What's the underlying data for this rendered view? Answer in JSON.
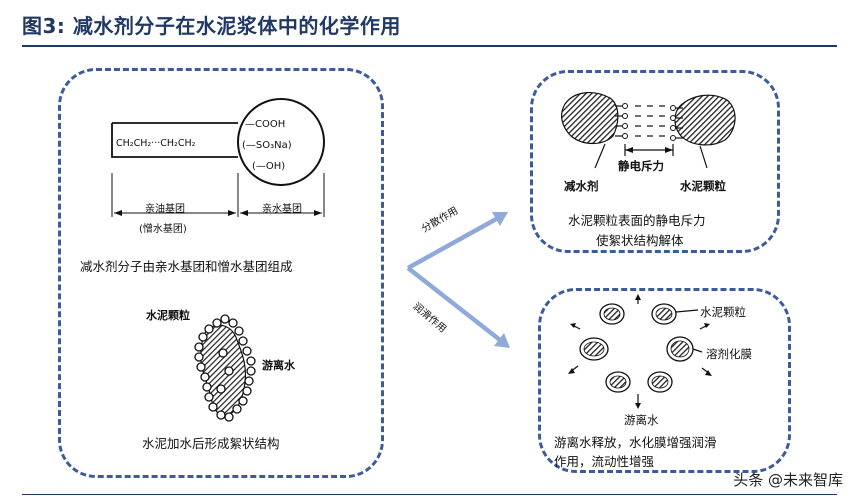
{
  "title": "图3:  减水剂分子在水泥浆体中的化学作用",
  "left_panel": {
    "molecule": {
      "chain": "CH₂CH₂···CH₂CH₂",
      "groups": [
        "—COOH",
        "(—SO₃Na)",
        "(—OH)"
      ],
      "lipophilic_label": "亲油基团",
      "hydrophobic_label": "(憎水基团)",
      "hydrophilic_label": "亲水基团"
    },
    "caption_top": "减水剂分子由亲水基团和憎水基团组成",
    "floc_labels": {
      "particle": "水泥颗粒",
      "free_water": "游离水"
    },
    "caption_bottom": "水泥加水后形成絮状结构"
  },
  "arrows": {
    "upper": "分散作用",
    "lower": "润滑作用"
  },
  "top_right_panel": {
    "labels": {
      "electrostatic": "静电斥力",
      "reducer": "减水剂",
      "particle": "水泥颗粒"
    },
    "caption_line1": "水泥颗粒表面的静电斥力",
    "caption_line2": "使絮状结构解体"
  },
  "bottom_right_panel": {
    "labels": {
      "particle": "水泥颗粒",
      "film": "溶剂化膜",
      "free_water": "游离水"
    },
    "caption_line1": "游离水释放，水化膜增强润滑",
    "caption_line2": "作用，流动性增强"
  },
  "watermark": "头条 @未来智库",
  "colors": {
    "title": "#1f3864",
    "panel_border": "#3b5b9a",
    "arrow": "#8fa9d9"
  }
}
